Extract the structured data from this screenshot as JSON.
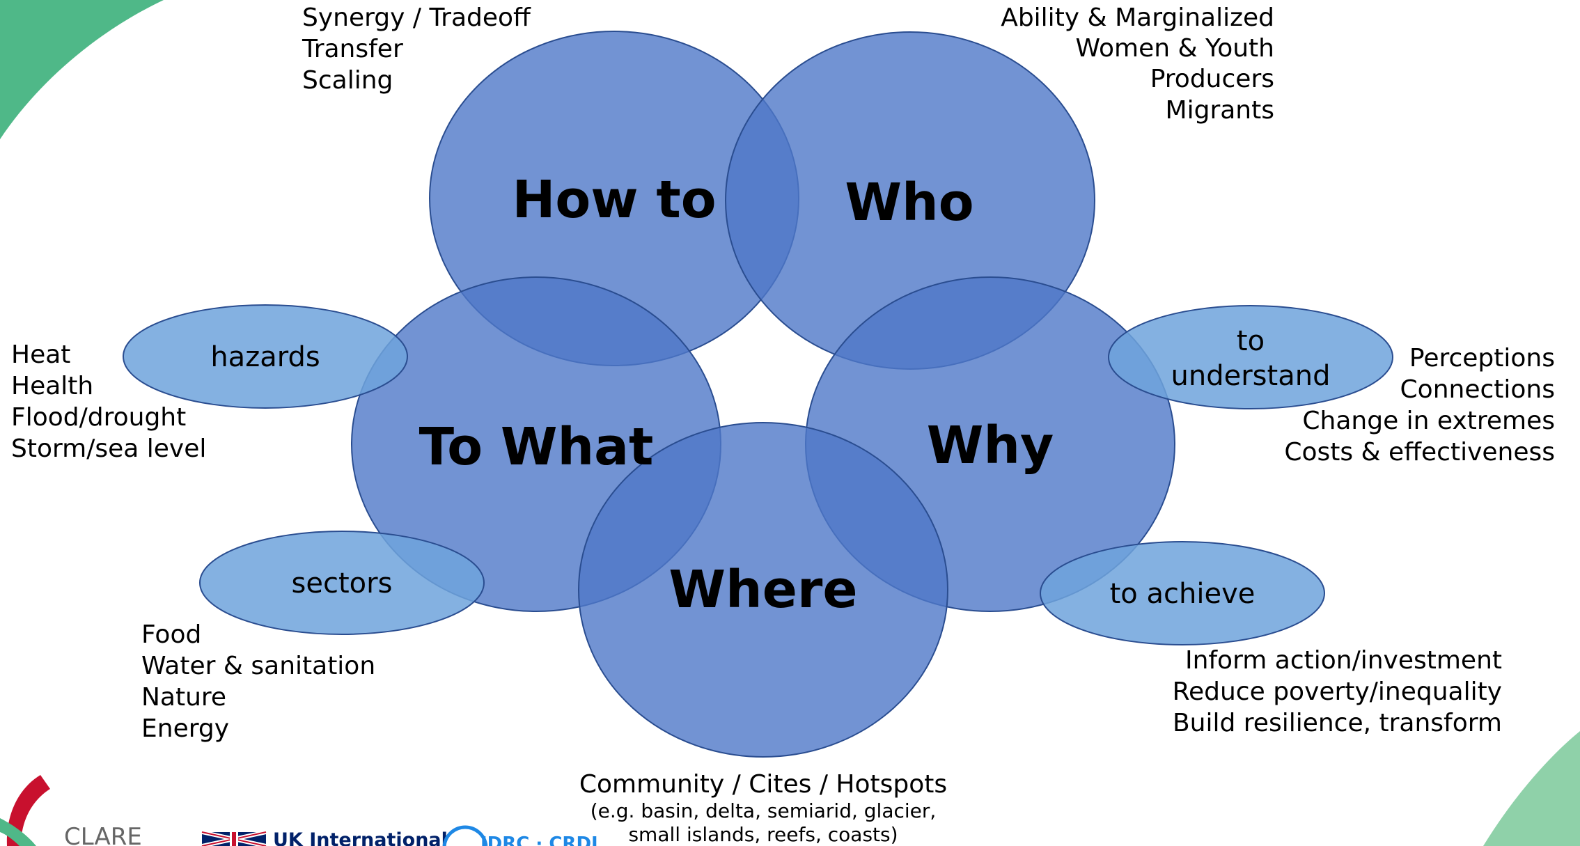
{
  "colors": {
    "circle_fill": "#4f78c8",
    "circle_stroke": "#2a4d90",
    "ellipse_fill": "#6fa3dc",
    "ellipse_stroke": "#2a4d90",
    "corner_green": "#4fb888",
    "corner_green_light": "#8fd1a9",
    "text": "#000000",
    "uk_red": "#c8102e",
    "uk_blue": "#012169",
    "idrc_blue": "#1e88e5"
  },
  "circles": {
    "how_to": "How to",
    "who": "Who",
    "to_what": "To What",
    "why": "Why",
    "where": "Where"
  },
  "ellipses": {
    "hazards": "hazards",
    "sectors": "sectors",
    "to_understand_line1": "to",
    "to_understand_line2": "understand",
    "to_achieve": "to achieve"
  },
  "lists": {
    "how_to": [
      "Synergy / Tradeoff",
      "Transfer",
      "Scaling"
    ],
    "who": [
      "Ability & Marginalized",
      "Women & Youth ",
      "Producers",
      "Migrants"
    ],
    "hazards": [
      "Heat",
      "Health",
      "Flood/drought",
      "Storm/sea level"
    ],
    "sectors": [
      "Food",
      "Water & sanitation",
      "Nature",
      "Energy"
    ],
    "understand": [
      "Perceptions",
      "Connections",
      "Change in extremes",
      "Costs & effectiveness"
    ],
    "achieve": [
      "Inform action/investment",
      "Reduce poverty/inequality",
      "Build resilience, transform"
    ],
    "where_main": "Community / Cites / Hotspots",
    "where_sub": [
      "(e.g. basin, delta, semiarid, glacier,",
      "small islands, reefs, coasts)"
    ]
  },
  "logos": {
    "clare": "CLARE",
    "uk": "UK International",
    "idrc": "IDRC · CRDI"
  }
}
